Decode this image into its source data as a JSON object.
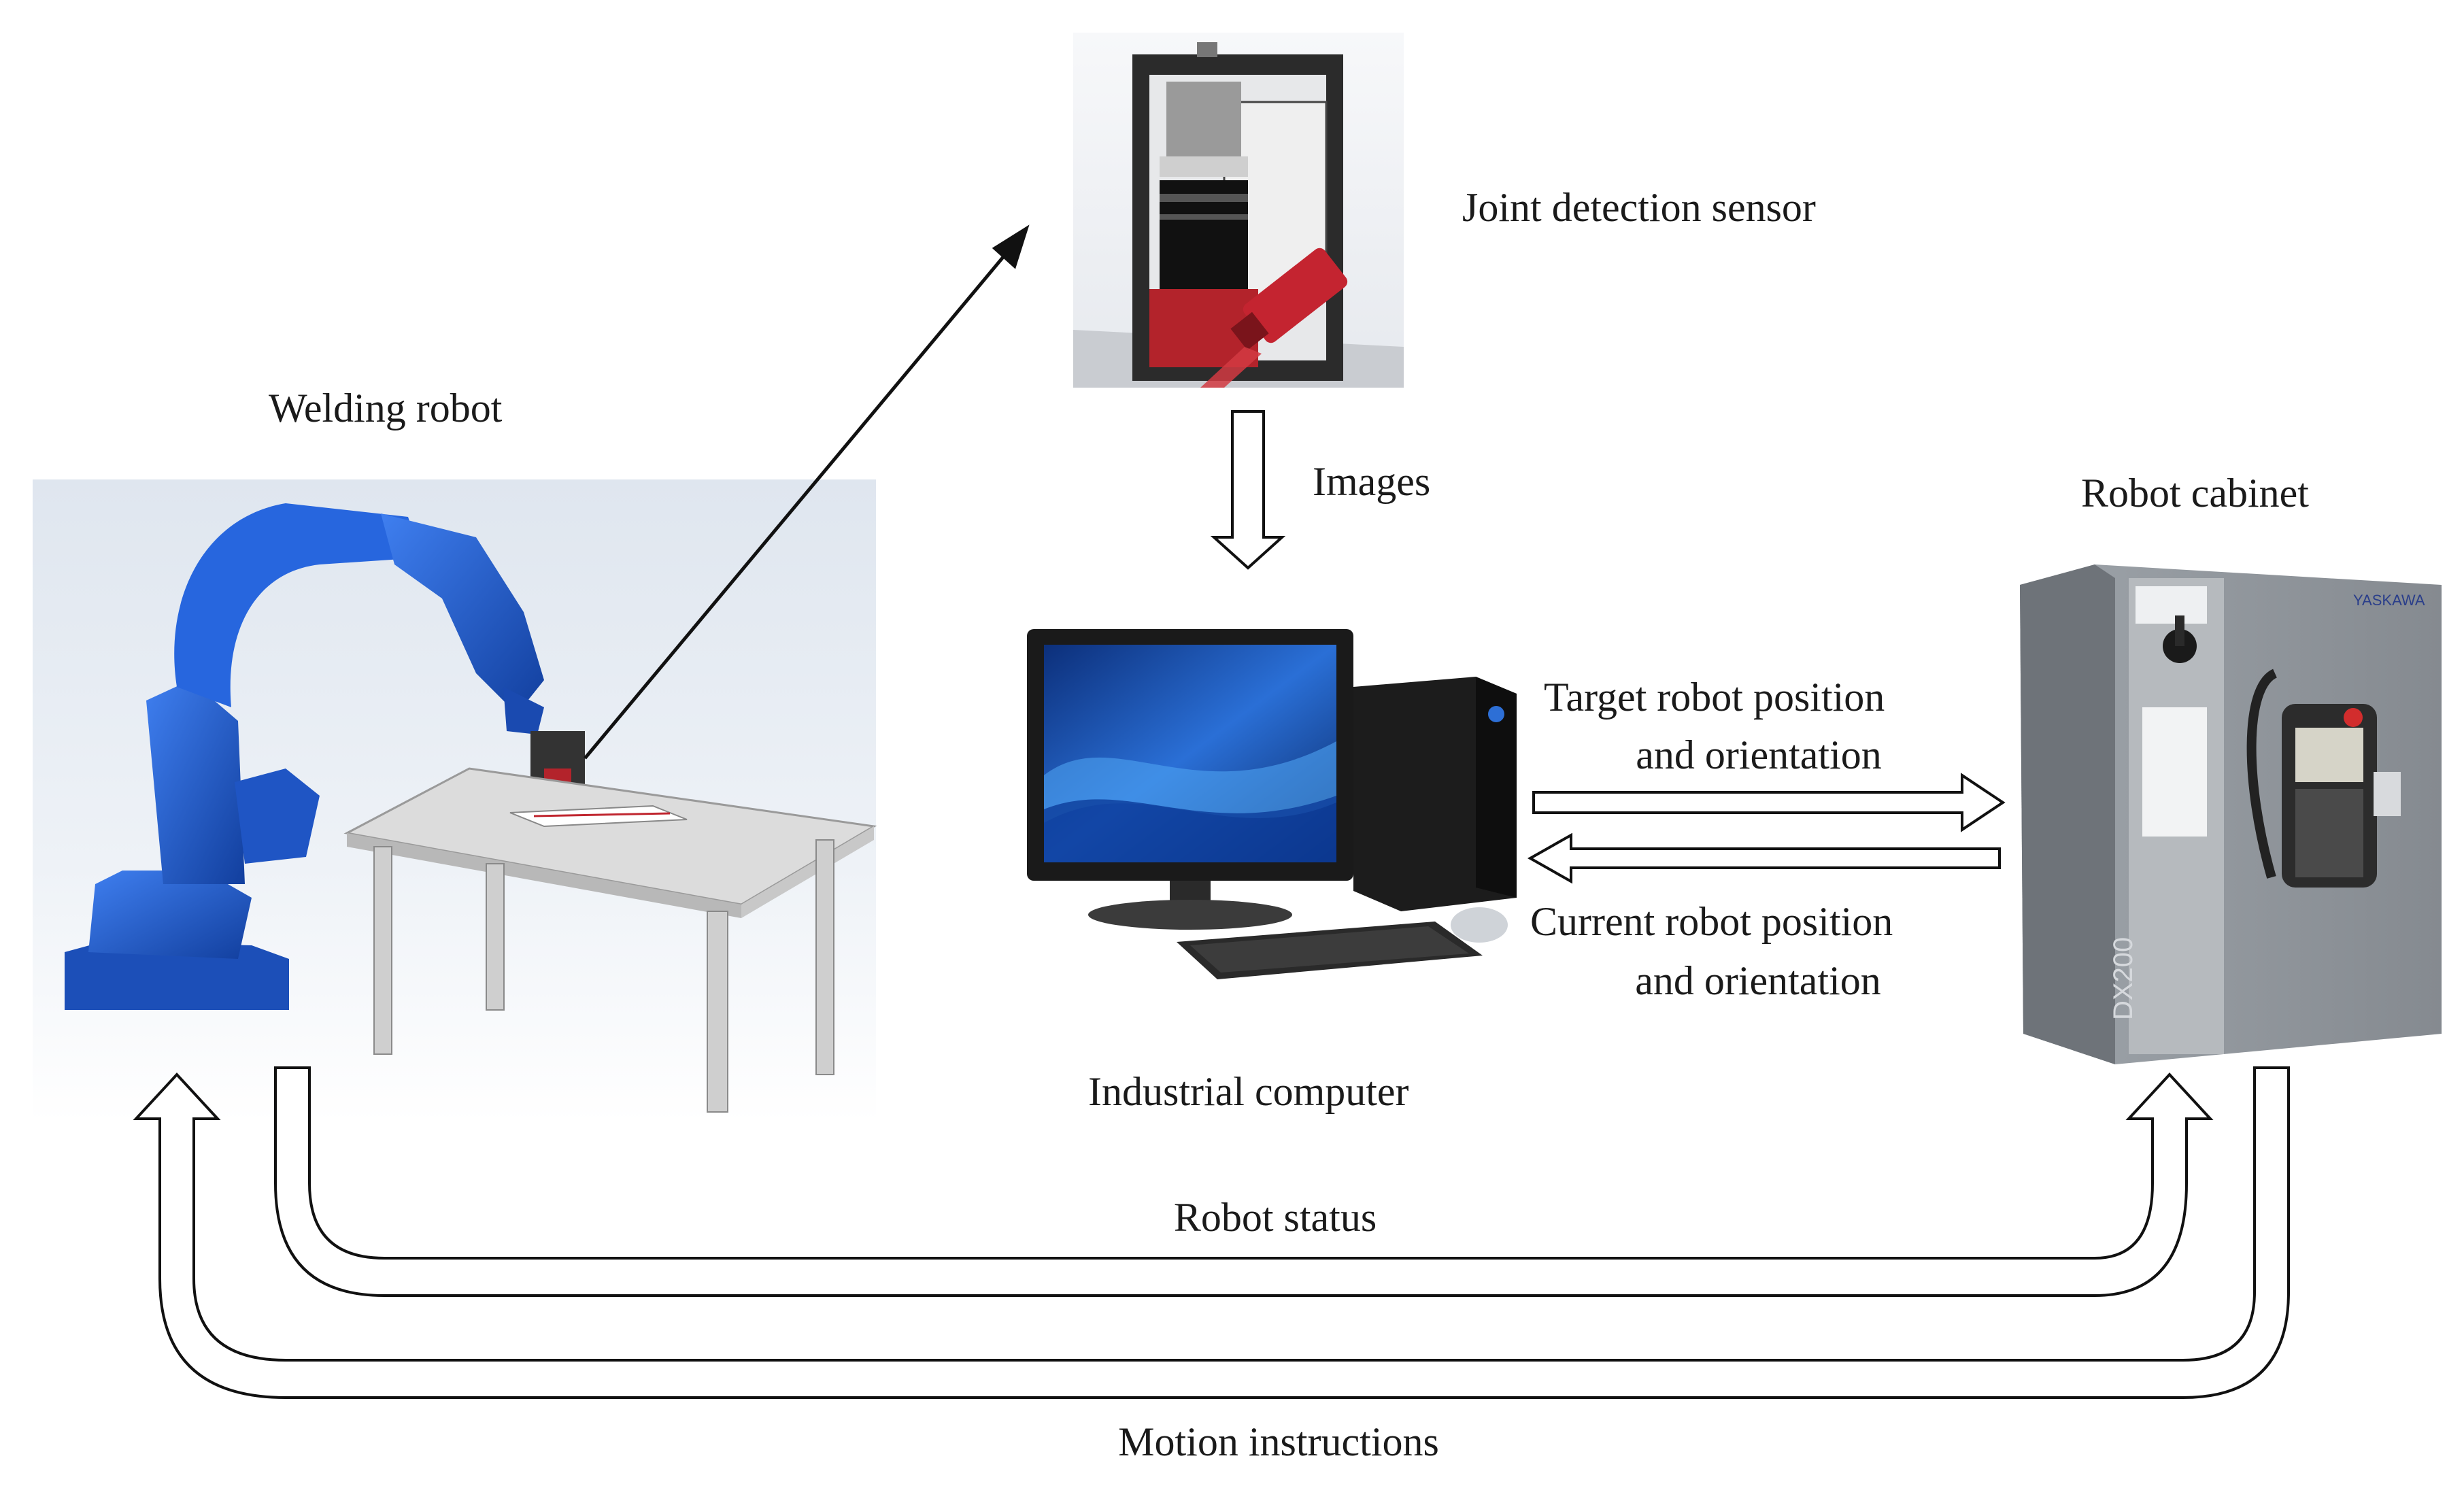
{
  "labels": {
    "joint_sensor": "Joint detection sensor",
    "welding_robot": "Welding robot",
    "images": "Images",
    "robot_cabinet": "Robot cabinet",
    "industrial_computer": "Industrial computer",
    "target_line1": "Target robot position",
    "target_line2": "and orientation",
    "current_line1": "Current robot position",
    "current_line2": "and orientation",
    "robot_status": "Robot status",
    "motion_instructions": "Motion instructions"
  },
  "device_text": {
    "cabinet_model": "DX200",
    "cabinet_brand": "YASKAWA"
  },
  "colors": {
    "robot_blue": "#1e5bd2",
    "sensor_red": "#b3232b",
    "cabinet_grey": "#8a8f95",
    "monitor_blue": "#1d56b8",
    "arrow_stroke": "#111111"
  },
  "icons": [
    "welding-robot-illustration",
    "joint-sensor-illustration",
    "industrial-computer-illustration",
    "robot-cabinet-illustration"
  ]
}
